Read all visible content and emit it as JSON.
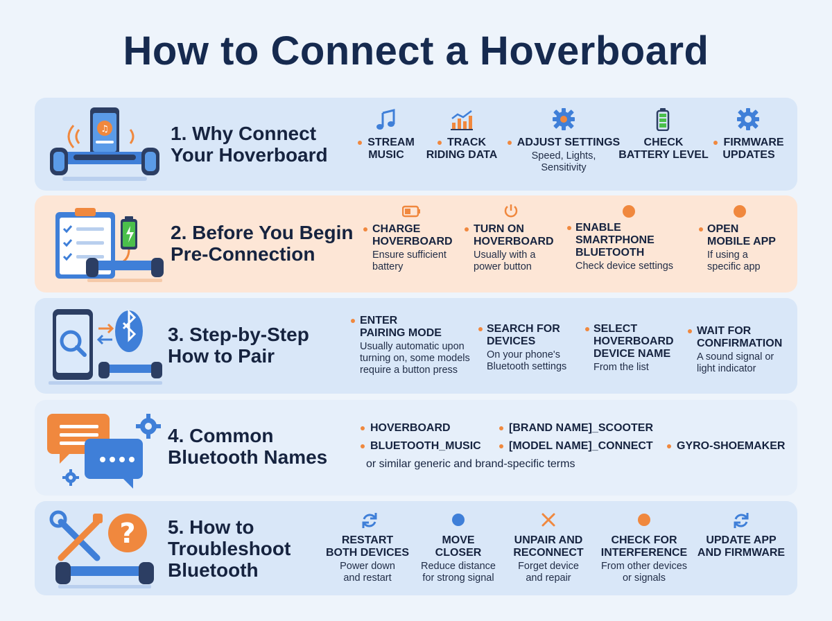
{
  "title": "How to Connect a Hoverboard",
  "sections": [
    {
      "heading_line1": "1. Why Connect",
      "heading_line2": "Your Hoverboard",
      "items": [
        {
          "l1": "STREAM",
          "l2": "MUSIC",
          "icon": "music-note-icon"
        },
        {
          "l1": "TRACK",
          "l2": "RIDING DATA",
          "icon": "bar-chart-icon"
        },
        {
          "l1": "ADJUST SETTINGS",
          "sub1": "Speed, Lights,",
          "sub2": "Sensitivity",
          "icon": "gear-icon"
        },
        {
          "l1": "CHECK",
          "l2": "BATTERY LEVEL",
          "icon": "battery-icon"
        },
        {
          "l1": "FIRMWARE",
          "l2": "UPDATES",
          "icon": "gear-icon"
        }
      ]
    },
    {
      "heading_line1": "2. Before You Begin",
      "heading_line2": "Pre-Connection",
      "items": [
        {
          "l1": "CHARGE",
          "l2": "HOVERBOARD",
          "sub1": "Ensure sufficient",
          "sub2": "battery",
          "icon": "battery-charging-icon"
        },
        {
          "l1": "TURN ON",
          "l2": "HOVERBOARD",
          "sub1": "Usually with a",
          "sub2": "power button",
          "icon": "power-icon"
        },
        {
          "l1": "ENABLE",
          "l2": "SMARTPHONE",
          "l3": "BLUETOOTH",
          "sub1": "Check device settings",
          "icon": "dot-icon"
        },
        {
          "l1": "OPEN",
          "l2": "MOBILE APP",
          "sub1": "If using a",
          "sub2": "specific app",
          "icon": "dot-icon"
        }
      ]
    },
    {
      "heading_line1": "3. Step-by-Step",
      "heading_line2": "How to Pair",
      "items": [
        {
          "l1": "ENTER",
          "l2": "PAIRING MODE",
          "sub1": "Usually automatic upon",
          "sub2": "turning on, some models",
          "sub3": "require a button press"
        },
        {
          "l1": "SEARCH FOR",
          "l2": "DEVICES",
          "sub1": "On your phone's",
          "sub2": "Bluetooth settings"
        },
        {
          "l1": "SELECT",
          "l2": "HOVERBOARD",
          "l3": "DEVICE NAME",
          "sub1": "From the list"
        },
        {
          "l1": "WAIT FOR",
          "l2": "CONFIRMATION",
          "sub1": "A sound signal or",
          "sub2": "light indicator"
        }
      ]
    },
    {
      "heading_line1": "4. Common",
      "heading_line2": "Bluetooth Names",
      "names": [
        "HOVERBOARD",
        "[BRAND NAME]_SCOOTER",
        "BLUETOOTH_MUSIC",
        "[MODEL NAME]_CONNECT",
        "GYRO-SHOEMAKER"
      ],
      "note": "or similar generic and brand-specific terms"
    },
    {
      "heading_line1": "5. How to",
      "heading_line2": "Troubleshoot",
      "heading_line3": "Bluetooth",
      "items": [
        {
          "l1": "RESTART",
          "l2": "BOTH DEVICES",
          "sub1": "Power down",
          "sub2": "and restart",
          "icon": "refresh-icon"
        },
        {
          "l1": "MOVE",
          "l2": "CLOSER",
          "sub1": "Reduce distance",
          "sub2": "for strong signal",
          "icon": "dot-icon"
        },
        {
          "l1": "UNPAIR AND",
          "l2": "RECONNECT",
          "sub1": "Forget device",
          "sub2": "and repair",
          "icon": "x-icon"
        },
        {
          "l1": "CHECK FOR",
          "l2": "INTERFERENCE",
          "sub1": "From other devices",
          "sub2": "or signals",
          "icon": "dot-icon"
        },
        {
          "l1": "UPDATE APP",
          "l2": "AND FIRMWARE",
          "icon": "refresh-icon"
        }
      ]
    }
  ],
  "colors": {
    "accent_orange": "#f0883e",
    "accent_blue": "#3f7fd8",
    "text_dark": "#16233f",
    "panel_blue": "#d9e7f8",
    "panel_peach": "#fde6d6"
  }
}
